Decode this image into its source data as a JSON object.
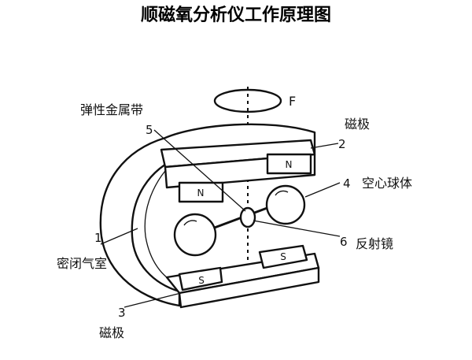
{
  "title": "顺磁氧分析仪工作原理图",
  "labels": {
    "F": "F",
    "belt": "弹性金属带",
    "n5": "5",
    "n2": "2",
    "pole_top": "磁极",
    "n4": "4",
    "sphere": "空心球体",
    "n1": "1",
    "chamber": "密闭气室",
    "n6": "6",
    "mirror": "反射镜",
    "n3": "3",
    "pole_bottom": "磁极"
  },
  "poles": {
    "top_left": "N",
    "top_right": "N",
    "bottom_left": "S",
    "bottom_right": "S"
  }
}
